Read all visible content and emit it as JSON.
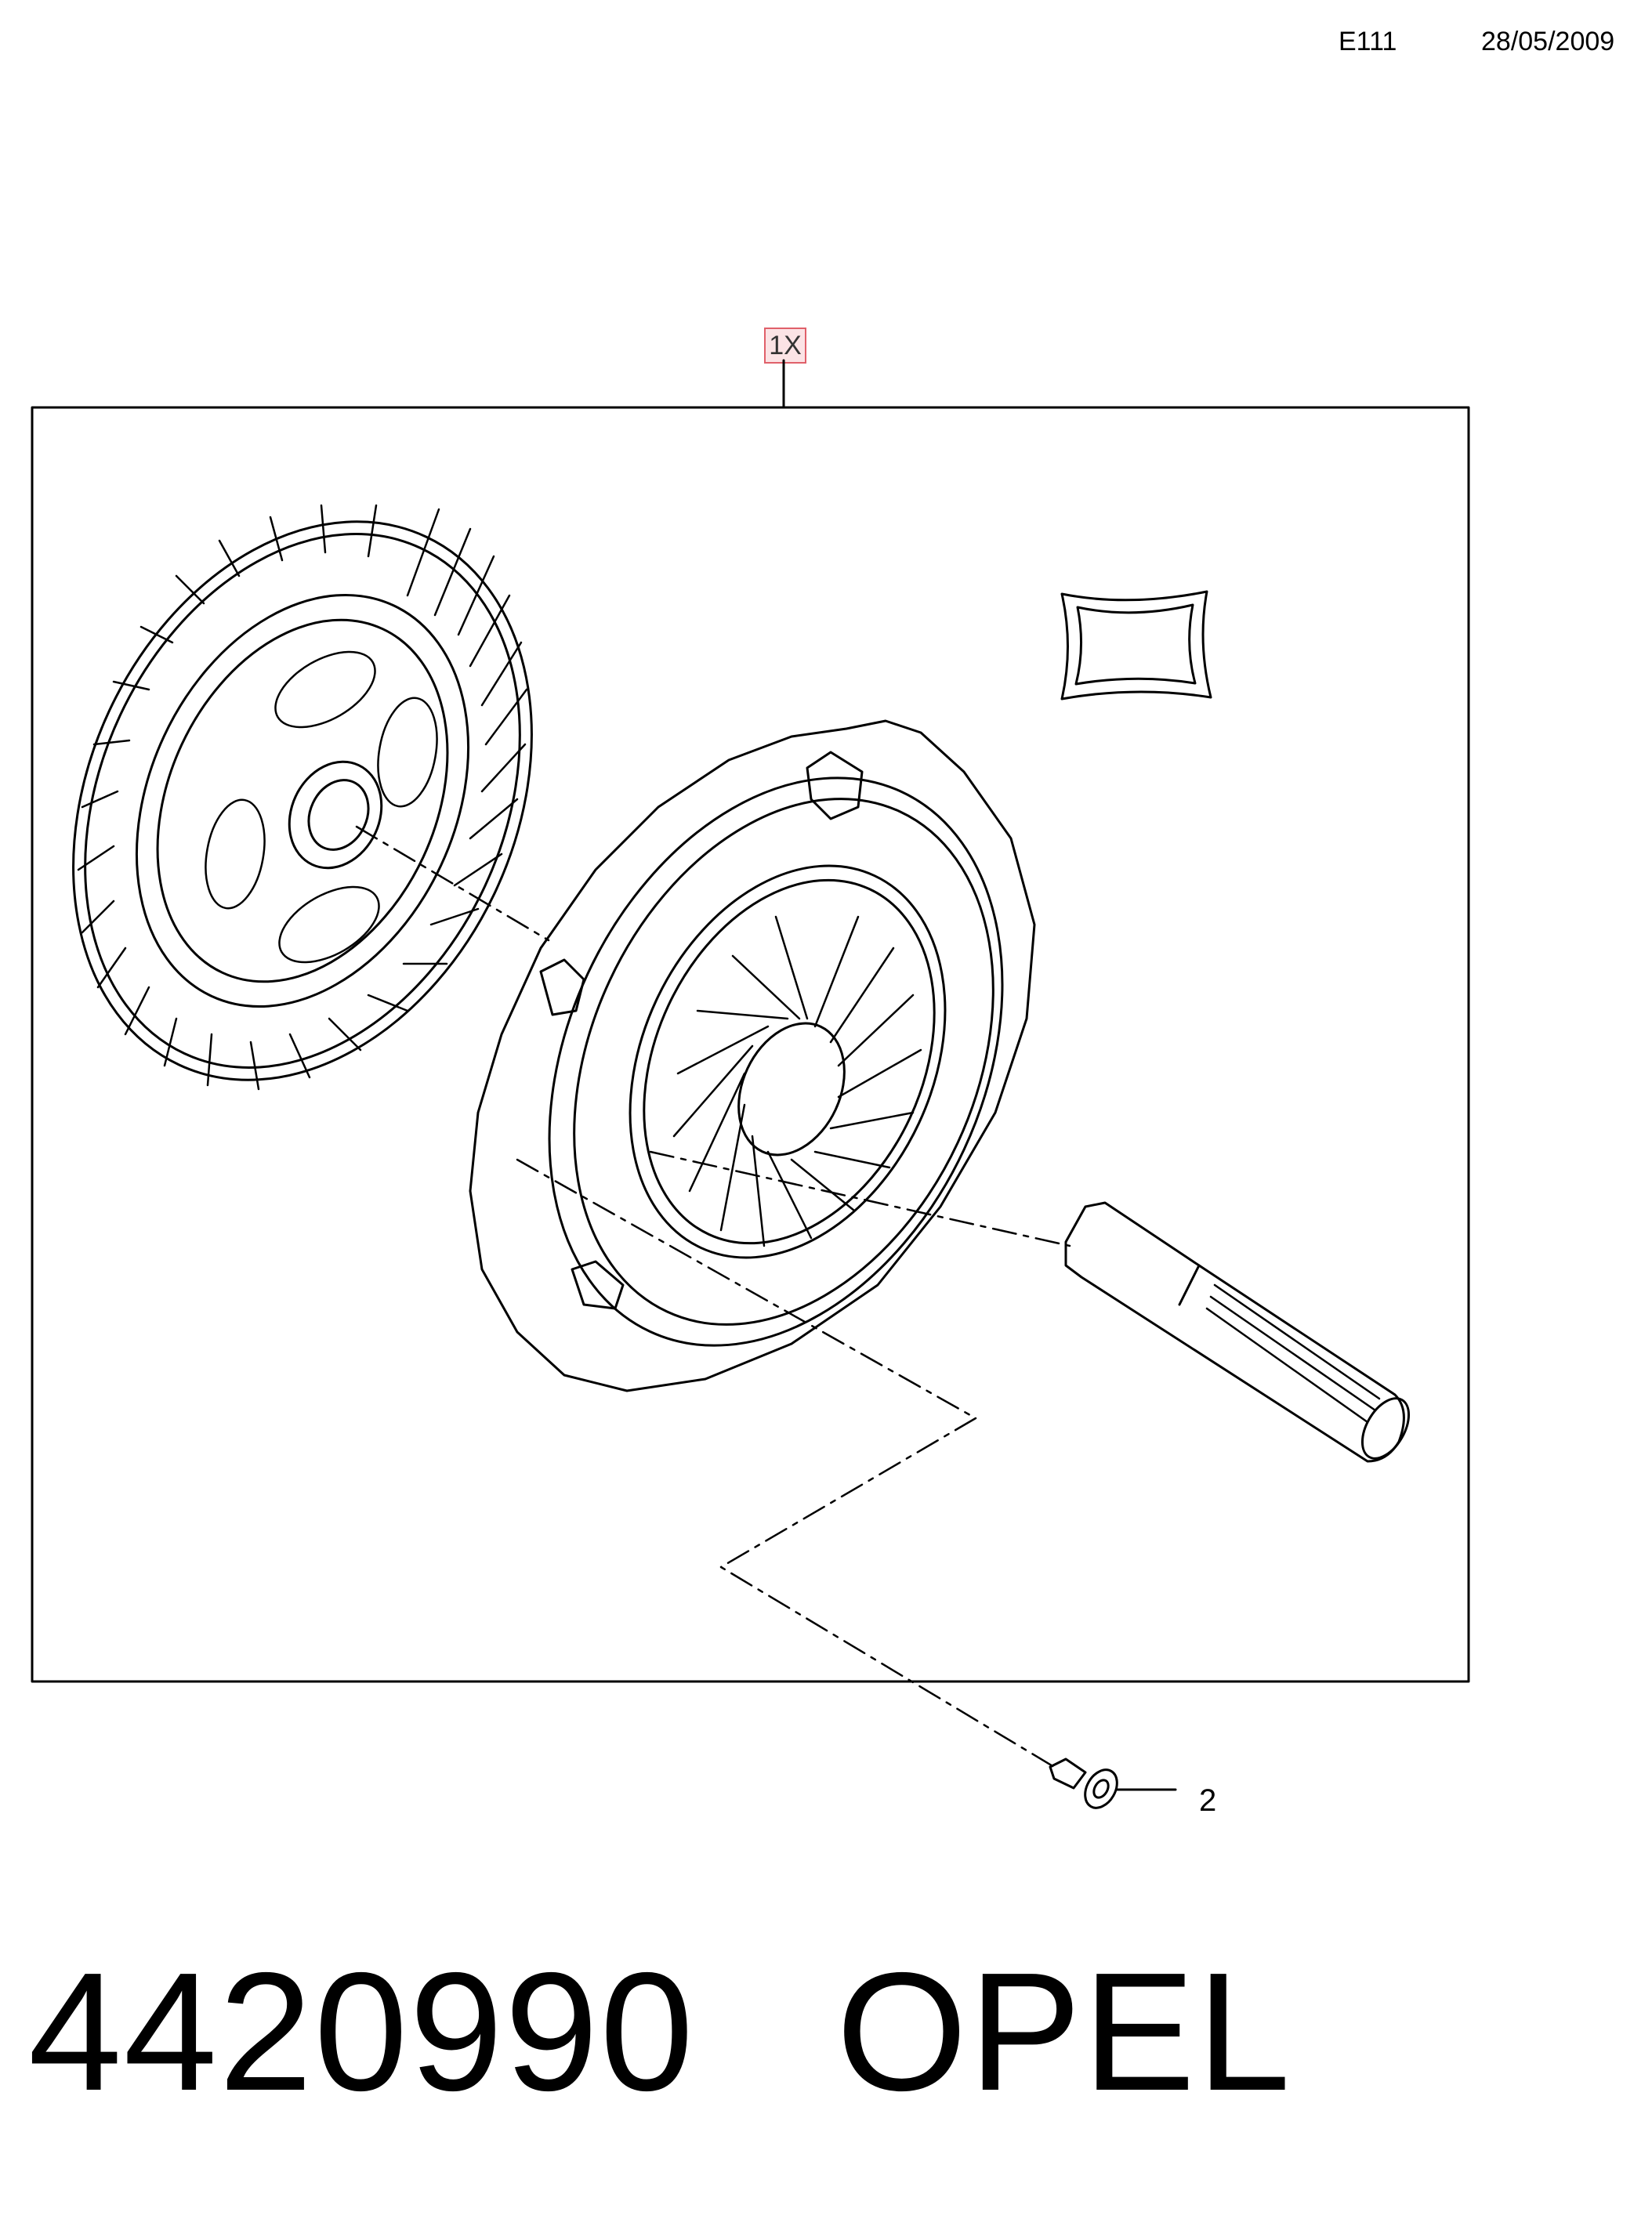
{
  "header": {
    "code": "E111",
    "date": "28/05/2009"
  },
  "diagram": {
    "qty_label": "1X",
    "callouts": [
      {
        "number": "2"
      }
    ]
  },
  "footer": {
    "part_number": "4420990",
    "brand": "OPEL"
  },
  "colors": {
    "qty_box_fill": "#fbe3e5",
    "qty_box_border": "#e0606a",
    "line": "#000000"
  }
}
